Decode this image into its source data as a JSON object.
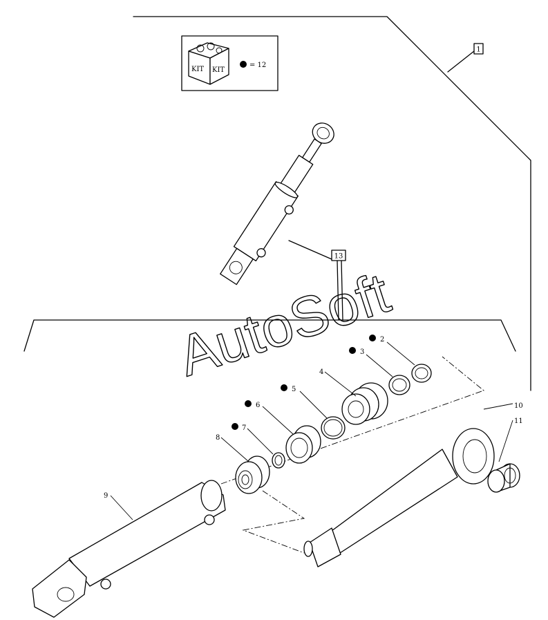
{
  "watermark": "AutoSoft",
  "kit_box": {
    "kit_word": "KIT",
    "legend": "= 12"
  },
  "callouts": {
    "ref_1": "1",
    "ref_13": "13",
    "p2": "2",
    "p3": "3",
    "p4": "4",
    "p5": "5",
    "p6": "6",
    "p7": "7",
    "p8": "8",
    "p9": "9",
    "p10": "10",
    "p11": "11"
  },
  "colors": {
    "ink": "#000000",
    "paper": "#ffffff"
  }
}
